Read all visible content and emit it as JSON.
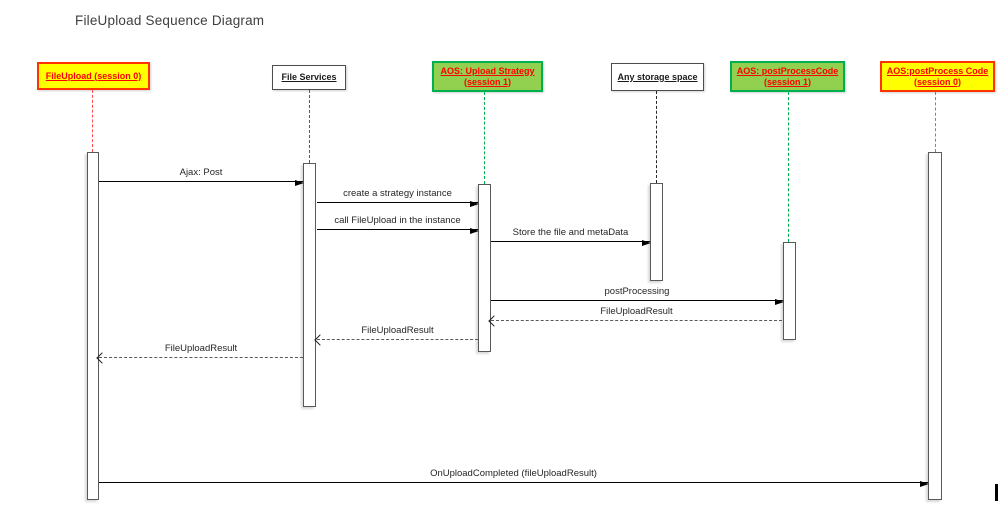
{
  "diagram": {
    "title": "FileUpload Sequence Diagram",
    "type": "uml-sequence-diagram",
    "colors": {
      "yellow_fill": "#FFFF00",
      "red_border": "#FF3300",
      "red_text": "#FF0000",
      "green_fill": "#92D050",
      "green_border": "#00B050",
      "lifeline_red": "#FF4D4D",
      "lifeline_green": "#00B050",
      "arrow_solid": "#000000",
      "arrow_dashed": "#595959"
    },
    "actors": [
      {
        "label": "FileUpload (session 0)",
        "style": "yellow"
      },
      {
        "label": "File Services",
        "style": "white"
      },
      {
        "label": "AOS: Upload Strategy (session 1)",
        "style": "green"
      },
      {
        "label": "Any storage space",
        "style": "white"
      },
      {
        "label": "AOS: postProcessCode (session 1)",
        "style": "green"
      },
      {
        "label": "AOS:postProcess Code (session 0)",
        "style": "yellow"
      }
    ],
    "messages": [
      {
        "label": "Ajax: Post",
        "type": "solid",
        "from": "FileUpload (session 0)",
        "to": "File Services"
      },
      {
        "label": "create a strategy instance",
        "type": "solid",
        "from": "File Services",
        "to": "AOS: Upload Strategy (session 1)"
      },
      {
        "label": "call FileUpload in the instance",
        "type": "solid",
        "from": "File Services",
        "to": "AOS: Upload Strategy (session 1)"
      },
      {
        "label": "Store the file and metaData",
        "type": "solid",
        "from": "AOS: Upload Strategy (session 1)",
        "to": "Any storage space"
      },
      {
        "label": "postProcessing",
        "type": "solid",
        "from": "AOS: Upload Strategy (session 1)",
        "to": "AOS: postProcessCode (session 1)"
      },
      {
        "label": "FileUploadResult",
        "type": "dashed",
        "from": "AOS: postProcessCode (session 1)",
        "to": "AOS: Upload Strategy (session 1)"
      },
      {
        "label": "FileUploadResult",
        "type": "dashed",
        "from": "AOS: Upload Strategy (session 1)",
        "to": "File Services"
      },
      {
        "label": "FileUploadResult",
        "type": "dashed",
        "from": "File Services",
        "to": "FileUpload (session 0)"
      },
      {
        "label": "OnUploadCompleted (fileUploadResult)",
        "type": "solid",
        "from": "FileUpload (session 0)",
        "to": "AOS:postProcess Code (session 0)"
      }
    ]
  }
}
